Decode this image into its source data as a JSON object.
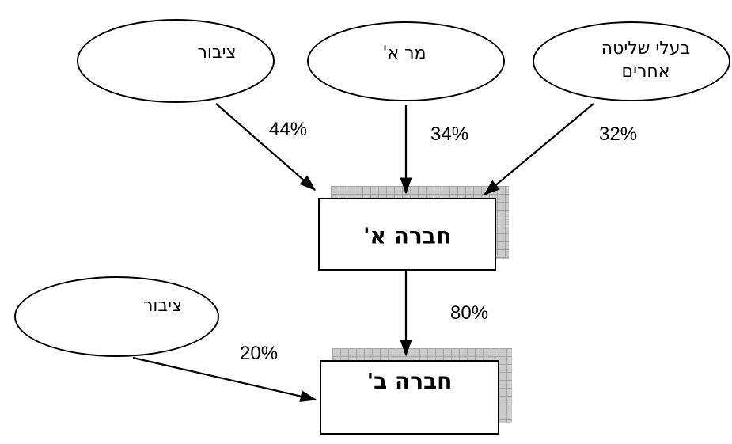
{
  "diagram": {
    "title": "ownership-structure-diagram",
    "nodes": {
      "public_top": {
        "label": "ציבור",
        "shape": "ellipse"
      },
      "mr_a": {
        "label": "מר א'",
        "shape": "ellipse"
      },
      "other_controlling": {
        "label": "בעלי שליטה אחרים",
        "shape": "ellipse"
      },
      "public_bottom": {
        "label": "ציבור",
        "shape": "ellipse"
      },
      "company_a": {
        "label": "חברה א'",
        "shape": "rectangle-with-pattern-shadow"
      },
      "company_b": {
        "label": "חברה ב'",
        "shape": "rectangle-with-pattern-shadow"
      }
    },
    "edges": [
      {
        "from": "public_top",
        "to": "company_a",
        "label": "44%"
      },
      {
        "from": "mr_a",
        "to": "company_a",
        "label": "34%"
      },
      {
        "from": "other_controlling",
        "to": "company_a",
        "label": "32%"
      },
      {
        "from": "company_a",
        "to": "company_b",
        "label": "80%"
      },
      {
        "from": "public_bottom",
        "to": "company_b",
        "label": "20%"
      }
    ],
    "colors": {
      "line": "#000000",
      "text": "#000000",
      "background": "#ffffff",
      "shadow_fill": "#cbcbcb",
      "shadow_grid": "#a3a3a3"
    }
  }
}
